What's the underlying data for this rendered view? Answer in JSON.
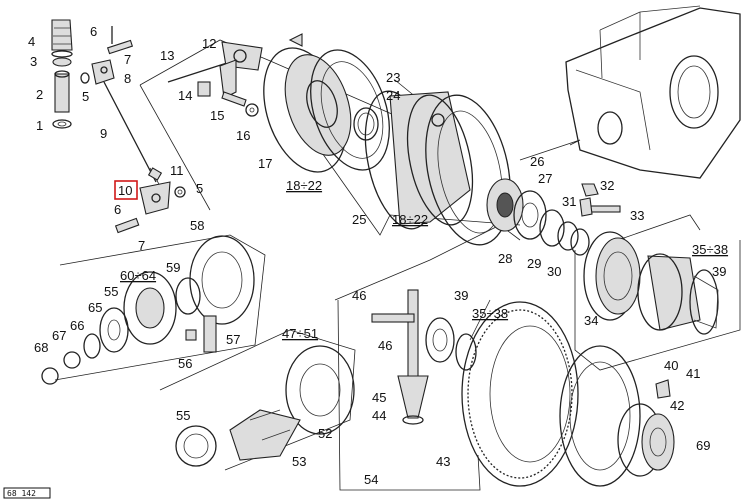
{
  "callouts": [
    {
      "id": "c1",
      "text": "1"
    },
    {
      "id": "c2",
      "text": "2"
    },
    {
      "id": "c3",
      "text": "3"
    },
    {
      "id": "c4",
      "text": "4"
    },
    {
      "id": "c5a",
      "text": "5"
    },
    {
      "id": "c5b",
      "text": "5"
    },
    {
      "id": "c6a",
      "text": "6"
    },
    {
      "id": "c6b",
      "text": "6"
    },
    {
      "id": "c7a",
      "text": "7"
    },
    {
      "id": "c7b",
      "text": "7"
    },
    {
      "id": "c8",
      "text": "8"
    },
    {
      "id": "c9",
      "text": "9"
    },
    {
      "id": "c10",
      "text": "10"
    },
    {
      "id": "c11",
      "text": "11"
    },
    {
      "id": "c12",
      "text": "12"
    },
    {
      "id": "c13",
      "text": "13"
    },
    {
      "id": "c14",
      "text": "14"
    },
    {
      "id": "c15",
      "text": "15"
    },
    {
      "id": "c16",
      "text": "16"
    },
    {
      "id": "c17",
      "text": "17"
    },
    {
      "id": "c18a",
      "text": "18÷22"
    },
    {
      "id": "c18b",
      "text": "18÷22"
    },
    {
      "id": "c23",
      "text": "23"
    },
    {
      "id": "c24",
      "text": "24"
    },
    {
      "id": "c25",
      "text": "25"
    },
    {
      "id": "c26",
      "text": "26"
    },
    {
      "id": "c27",
      "text": "27"
    },
    {
      "id": "c28",
      "text": "28"
    },
    {
      "id": "c29",
      "text": "29"
    },
    {
      "id": "c30",
      "text": "30"
    },
    {
      "id": "c31",
      "text": "31"
    },
    {
      "id": "c32",
      "text": "32"
    },
    {
      "id": "c33",
      "text": "33"
    },
    {
      "id": "c34",
      "text": "34"
    },
    {
      "id": "c35a",
      "text": "35÷38"
    },
    {
      "id": "c35b",
      "text": "35÷38"
    },
    {
      "id": "c39a",
      "text": "39"
    },
    {
      "id": "c39b",
      "text": "39"
    },
    {
      "id": "c40",
      "text": "40"
    },
    {
      "id": "c41",
      "text": "41"
    },
    {
      "id": "c42",
      "text": "42"
    },
    {
      "id": "c43",
      "text": "43"
    },
    {
      "id": "c44",
      "text": "44"
    },
    {
      "id": "c45",
      "text": "45"
    },
    {
      "id": "c46a",
      "text": "46"
    },
    {
      "id": "c46b",
      "text": "46"
    },
    {
      "id": "c47",
      "text": "47÷51"
    },
    {
      "id": "c52",
      "text": "52"
    },
    {
      "id": "c53",
      "text": "53"
    },
    {
      "id": "c54",
      "text": "54"
    },
    {
      "id": "c55a",
      "text": "55"
    },
    {
      "id": "c55b",
      "text": "55"
    },
    {
      "id": "c56",
      "text": "56"
    },
    {
      "id": "c57",
      "text": "57"
    },
    {
      "id": "c58",
      "text": "58"
    },
    {
      "id": "c59",
      "text": "59"
    },
    {
      "id": "c60",
      "text": "60÷64"
    },
    {
      "id": "c65",
      "text": "65"
    },
    {
      "id": "c66",
      "text": "66"
    },
    {
      "id": "c67",
      "text": "67"
    },
    {
      "id": "c68",
      "text": "68"
    },
    {
      "id": "c69",
      "text": "69"
    }
  ],
  "highlight": {
    "label": "10",
    "color": "#d01818"
  },
  "footer_code": "68 142"
}
